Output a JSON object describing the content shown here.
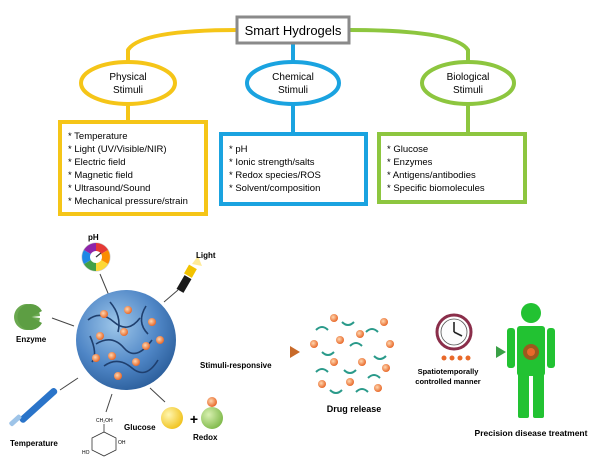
{
  "title": "Smart Hydrogels",
  "colors": {
    "physical": "#f5c518",
    "chemical": "#1aa3e0",
    "biological": "#8dc63f",
    "title_border": "#888888"
  },
  "categories": {
    "physical": {
      "label_line1": "Physical",
      "label_line2": "Stimuli",
      "items": [
        "* Temperature",
        "* Light (UV/Visible/NIR)",
        "* Electric field",
        "* Magnetic field",
        "* Ultrasound/Sound",
        "* Mechanical pressure/strain"
      ]
    },
    "chemical": {
      "label_line1": "Chemical",
      "label_line2": "Stimuli",
      "items": [
        "* pH",
        "* Ionic strength/salts",
        "* Redox species/ROS",
        "* Solvent/composition"
      ]
    },
    "biological": {
      "label_line1": "Biological",
      "label_line2": "Stimuli",
      "items": [
        "* Glucose",
        "* Enzymes",
        "* Antigens/antibodies",
        "* Specific biomolecules"
      ]
    }
  },
  "stimuli_labels": {
    "ph": "pH",
    "light": "Light",
    "enzyme": "Enzyme",
    "temperature": "Temperature",
    "glucose": "Glucose",
    "redox": "Redox"
  },
  "glucose_labels": {
    "ch2oh": "CH₂OH",
    "oh": "OH",
    "ho": "HO"
  },
  "redox_plus": "+",
  "flow": {
    "stimuli_responsive": "Stimuli-responsive",
    "drug_release": "Drug release",
    "spatiotemporal_line1": "Spatiotemporally",
    "spatiotemporal_line2": "controlled manner",
    "precision": "Precision disease treatment"
  }
}
